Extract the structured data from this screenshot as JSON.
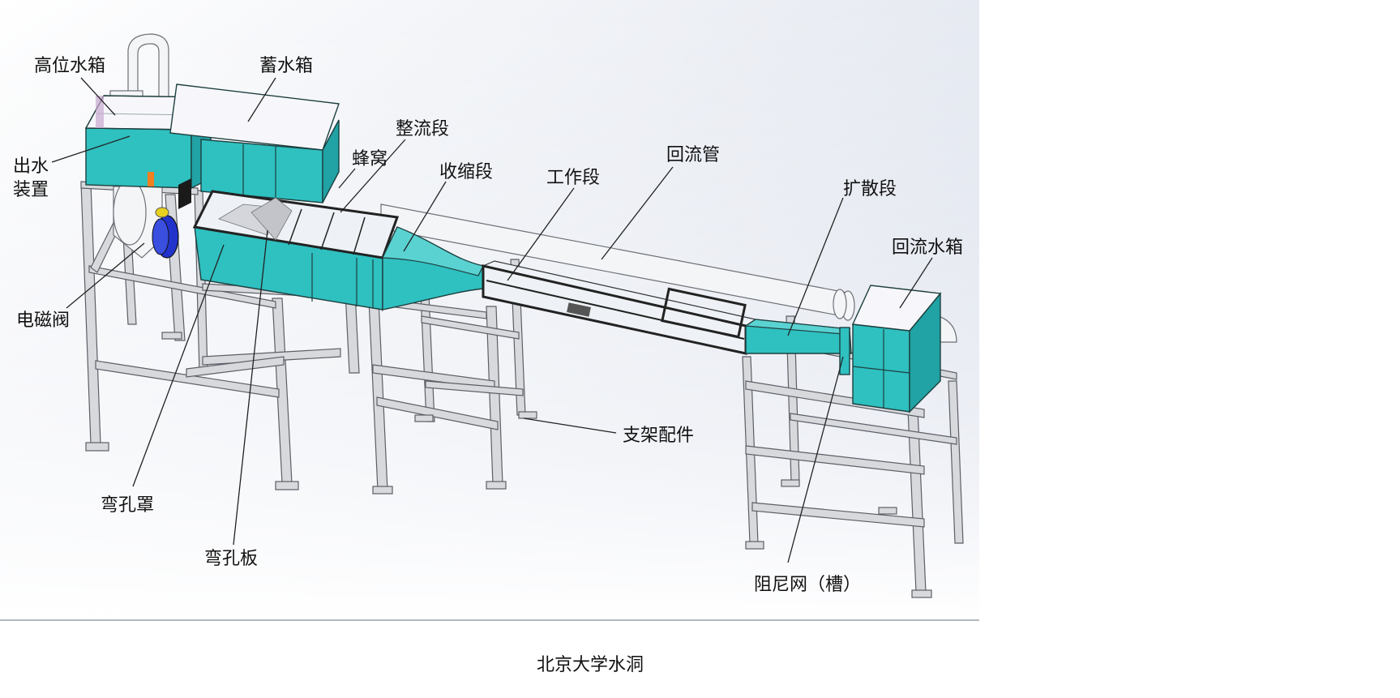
{
  "labels": {
    "high_tank": "高位水箱",
    "storage_tank": "蓄水箱",
    "outlet_line1": "出水",
    "outlet_line2": "装置",
    "settling": "整流段",
    "honeycomb": "蜂窝",
    "contraction": "收缩段",
    "test_section": "工作段",
    "return_pipe": "回流管",
    "diffuser": "扩散段",
    "return_tank": "回流水箱",
    "solenoid_valve": "电磁阀",
    "support": "支架配件",
    "bend_cover": "弯孔罩",
    "bend_plate": "弯孔板",
    "damping_screen": "阻尼网（槽）"
  },
  "caption": "北京大学水洞",
  "colors": {
    "tank": "#2fc0c0",
    "frame": "#d7d9dd",
    "valve": "#2233cc",
    "background_top": "#cfd6e6",
    "background_bottom": "#ffffff"
  }
}
